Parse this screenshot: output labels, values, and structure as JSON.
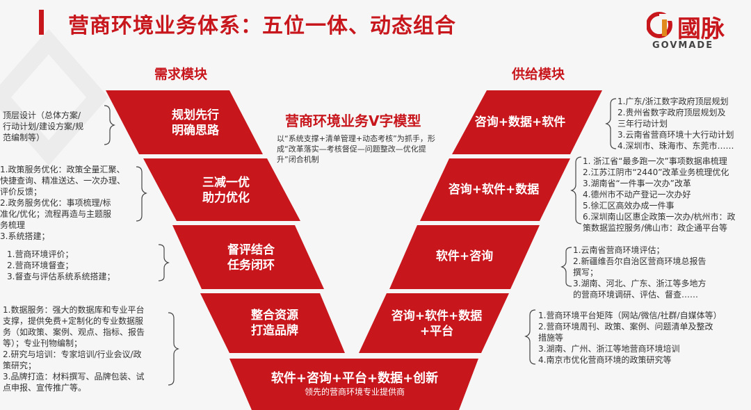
{
  "page_title": "营商环境业务体系：五位一体、动态组合",
  "logo": {
    "name": "國脉",
    "sub": "GOVMADE"
  },
  "colors": {
    "accent": "#c8161d"
  },
  "demand_heading": "需求模块",
  "supply_heading": "供给模块",
  "model": {
    "title": "营商环境业务V字模型",
    "description": "以“系统支撑+清单管理+动态考核”为抓手，形成“改革落实—考核督促—问题整改—优化提升”闭合机制"
  },
  "demand_blocks": [
    {
      "line1": "规划先行",
      "line2": "明确思路"
    },
    {
      "line1": "三减一优",
      "line2": "助力优化"
    },
    {
      "line1": "督评结合",
      "line2": "任务闭环"
    },
    {
      "line1": "整合资源",
      "line2": "打造品牌"
    }
  ],
  "supply_blocks": [
    {
      "line1": "咨询+数据+软件",
      "line2": ""
    },
    {
      "line1": "咨询+软件+数据",
      "line2": ""
    },
    {
      "line1": "软件+咨询",
      "line2": ""
    },
    {
      "line1": "咨询+软件+数据",
      "line2": "+平台"
    }
  ],
  "base_block": {
    "line1": "软件+咨询+平台+数据+创新",
    "line2": "领先的营商环境专业提供商"
  },
  "left_notes": [
    [
      "顶层设计（总体方案/",
      "行动计划/建设方案/规",
      "范编制等）"
    ],
    [
      "1.政策服务优化：政策全量汇聚、",
      "快捷查询、精准送达、一次办理、",
      "评价反馈；",
      "2.政务服务优化：事项梳理/标",
      "准化/优化；流程再造与主题服",
      "务梳理",
      "3.系统搭建；"
    ],
    [
      "1.营商环境评价；",
      "2.营商环境督查；",
      "3.督查与评估系统系统搭建；"
    ],
    [
      "1.数据服务：强大的数据库和专业平台",
      "支撑，提供免费+定制化的专业数据服",
      "务（如政策、案例、观点、指标、报告",
      "等）；专业刊物编制；",
      "2.研究与培训：专家培训/行业会议/政",
      "策研究；",
      "3.品牌打造：材料撰写、品牌包装、试",
      "点申报、宣传推广等。"
    ]
  ],
  "right_notes": [
    [
      "1.广东/浙江数字政府顶层规划",
      "2.贵州省数字政府顶层规划及",
      "三年行动计划",
      "3.云南省营商环境十大行动计划",
      "4.深圳市、珠海市、东莞市……"
    ],
    [
      "1. 浙江省“最多跑一次”事项数据串梳理",
      "2.江苏江阴市“2440”改革业务梳理优化",
      "3.湖南省“一件事一次办”改革",
      "4.德州市不动产登记一次办好",
      "5.徐汇区高效办成一件事",
      "6.深圳南山区惠企政策一次办/杭州市：政",
      "策数据监控服务/佛山市：政企通平台等"
    ],
    [
      "1.云南省营商环境评估；",
      "2.新疆维吾尔自治区营商环境总报告",
      "撰写；",
      "3.湖南、河北、广东、浙江等多地方",
      "的营商环境调研、评估、督查……"
    ],
    [
      "1.营商环境平台矩阵（网站/微信/社群/自媒体等）",
      "2.营商环境周刊、政策、案例、问题清单及整改",
      "措施等",
      "3.湖南、广州、浙江等地营商环境培训",
      "4.南京市优化营商环境的政策研究等"
    ]
  ]
}
